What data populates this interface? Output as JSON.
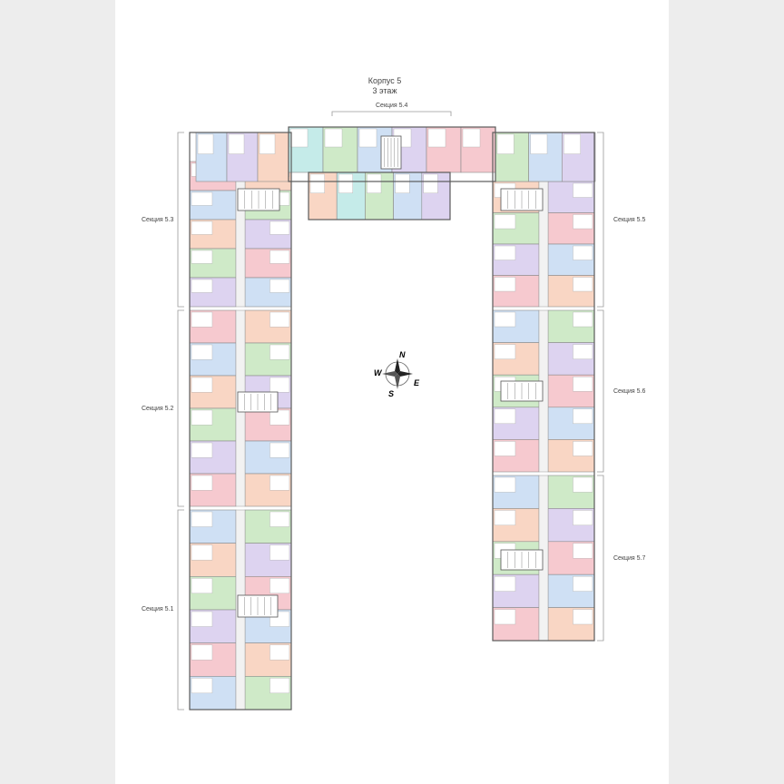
{
  "header": {
    "building": "Корпус 5",
    "floor": "3 этаж"
  },
  "sections": {
    "s1": "Секция 5.1",
    "s2": "Секция 5.2",
    "s3": "Секция 5.3",
    "s4": "Секция 5.4",
    "s5": "Секция 5.5",
    "s6": "Секция 5.6",
    "s7": "Секция 5.7"
  },
  "compass": {
    "n": "N",
    "e": "E",
    "s": "S",
    "w": "W"
  },
  "colors": {
    "wall": "#5a5a5a",
    "pink": "#f6c9cf",
    "peach": "#f9d6c4",
    "green": "#cfeac8",
    "blue": "#cfe0f4",
    "lilac": "#ddd3f0",
    "cyan": "#c5ebe9",
    "yellow": "#f7efb0",
    "core": "#f2f2f2"
  }
}
